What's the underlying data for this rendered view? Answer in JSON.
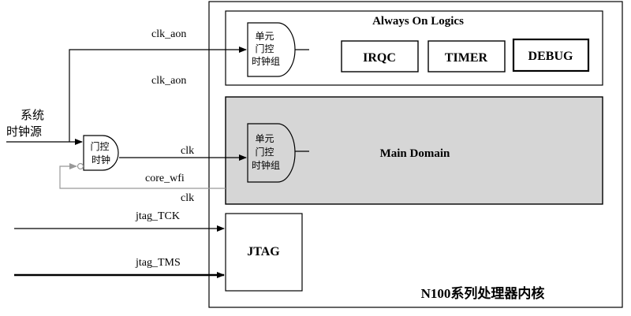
{
  "colors": {
    "ink": "#000000",
    "main_domain_fill": "#d6d6d6",
    "feedback_line": "#999999",
    "background": "#ffffff"
  },
  "core": {
    "label": "N100系列处理器内核"
  },
  "always_on": {
    "title": "Always On Logics",
    "gate_lines": [
      "单元",
      "门控",
      "时钟组"
    ],
    "blocks": [
      "IRQC",
      "TIMER",
      "DEBUG"
    ]
  },
  "main_domain": {
    "title": "Main Domain",
    "gate_lines": [
      "单元",
      "门控",
      "时钟组"
    ]
  },
  "jtag": {
    "title": "JTAG"
  },
  "clock_source": {
    "lines": [
      "系统",
      "时钟源"
    ]
  },
  "gate": {
    "lines": [
      "门控",
      "时钟"
    ]
  },
  "signals": {
    "clk_aon_top": "clk_aon",
    "clk_aon_bottom": "clk_aon",
    "clk_main": "clk",
    "core_wfi": "core_wfi",
    "clk_below": "clk",
    "jtag_tck": "jtag_TCK",
    "jtag_tms": "jtag_TMS"
  }
}
